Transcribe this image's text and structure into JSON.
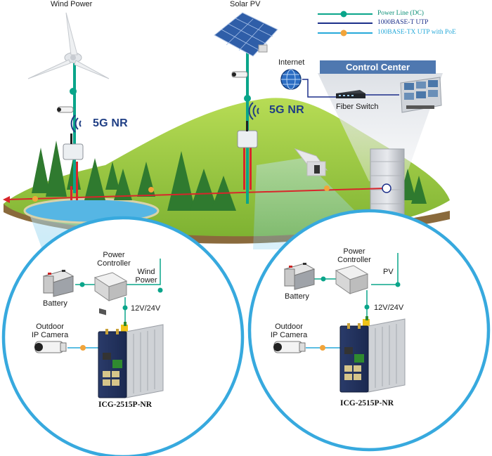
{
  "legend": {
    "items": [
      {
        "label": "Power Line (DC)",
        "color": "#0aa58a",
        "badge": "DC"
      },
      {
        "label": "1000BASE-T UTP",
        "color": "#1c2f8a",
        "badge": ""
      },
      {
        "label": "100BASE-TX UTP with PoE",
        "color": "#26a9d9",
        "badge": "PoE"
      }
    ]
  },
  "top": {
    "wind_title": "Wind Power",
    "solar_title": "Solar PV",
    "nr_left": "5G NR",
    "nr_right": "5G NR",
    "internet": "Internet",
    "control_center": "Control Center",
    "fiber_switch": "Fiber Switch"
  },
  "left_circle": {
    "power_controller": [
      "Power",
      "Controller"
    ],
    "source": [
      "Wind",
      "Power"
    ],
    "battery": "Battery",
    "voltage": "12V/24V",
    "camera": [
      "Outdoor",
      "IP Camera"
    ],
    "model": "ICG-2515P-NR"
  },
  "right_circle": {
    "power_controller": [
      "Power",
      "Controller"
    ],
    "source": [
      "PV"
    ],
    "battery": "Battery",
    "voltage": "12V/24V",
    "camera": [
      "Outdoor",
      "IP Camera"
    ],
    "model": "ICG-2515P-NR"
  },
  "colors": {
    "hill": "#9ccf3f",
    "hill_dark": "#6ca12b",
    "circle": "#37a9de",
    "red_line": "#d8262b",
    "dc_line": "#0aa58a",
    "poe_badge": "#f2a43a",
    "tree": "#2f7a2f"
  }
}
